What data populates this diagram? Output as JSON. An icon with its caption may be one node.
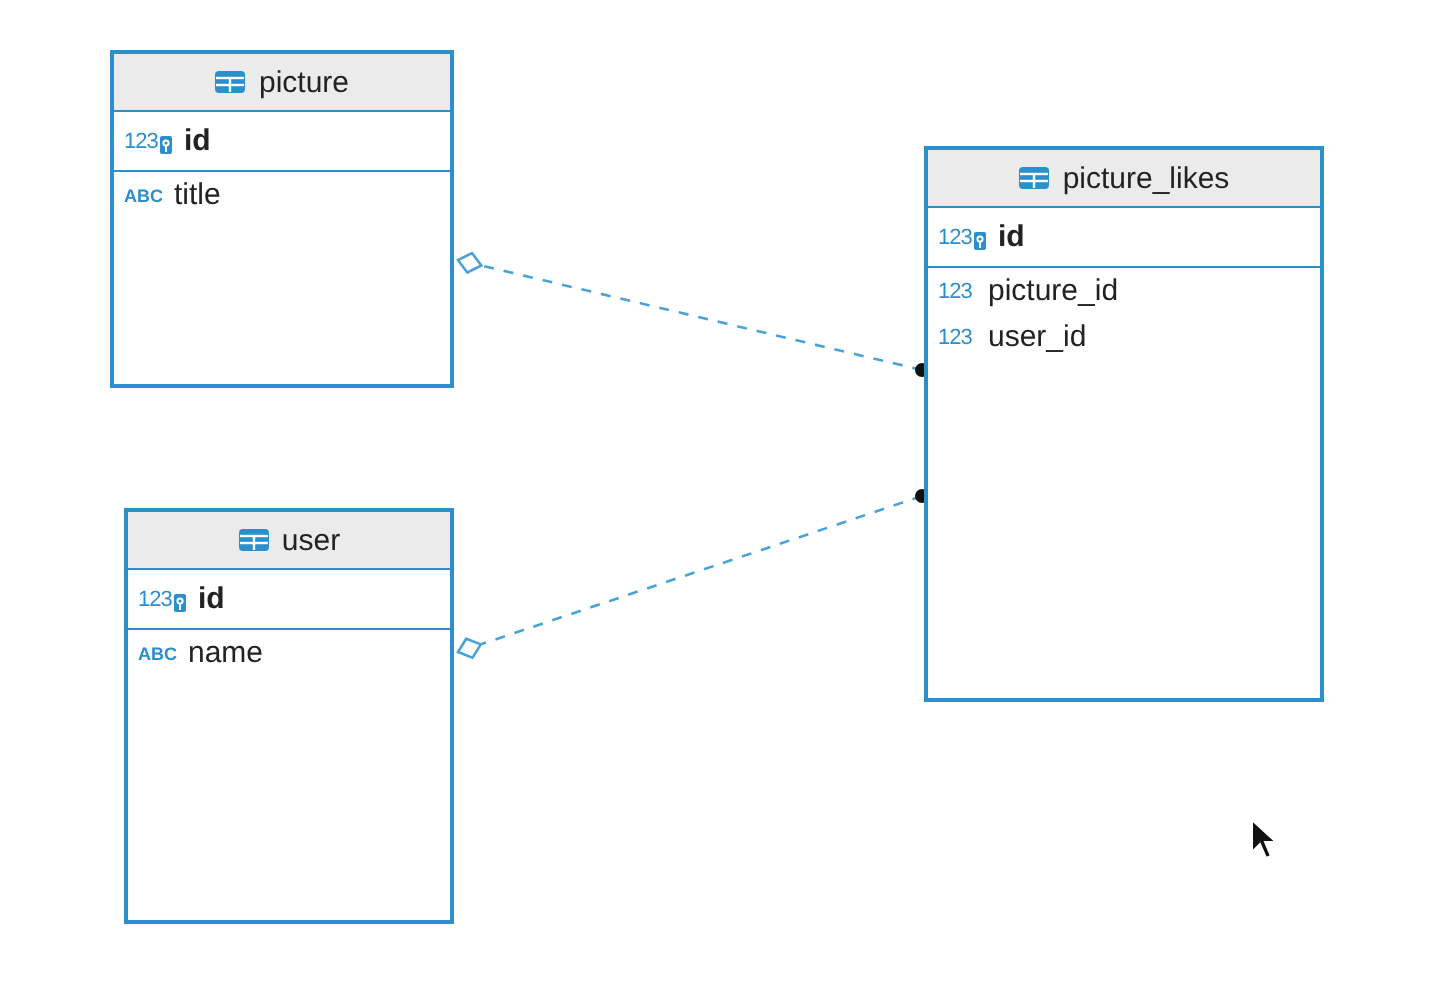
{
  "diagram": {
    "nodes": [
      {
        "text": [
          "picture",
          "id",
          "title"
        ]
      },
      {
        "text": [
          "picture_likes",
          "id",
          "picture_id",
          "user_id"
        ]
      },
      {
        "text": [
          "user",
          "id",
          "name"
        ]
      }
    ],
    "edges": [
      {
        "from": 1,
        "to": 0,
        "arrow": "other",
        "style": "dashed"
      },
      {
        "from": 1,
        "to": 2,
        "arrow": "other",
        "style": "dashed"
      }
    ],
    "labels": [
      "123",
      "ABC",
      "123",
      "123",
      "123",
      "123",
      "ABC"
    ]
  }
}
